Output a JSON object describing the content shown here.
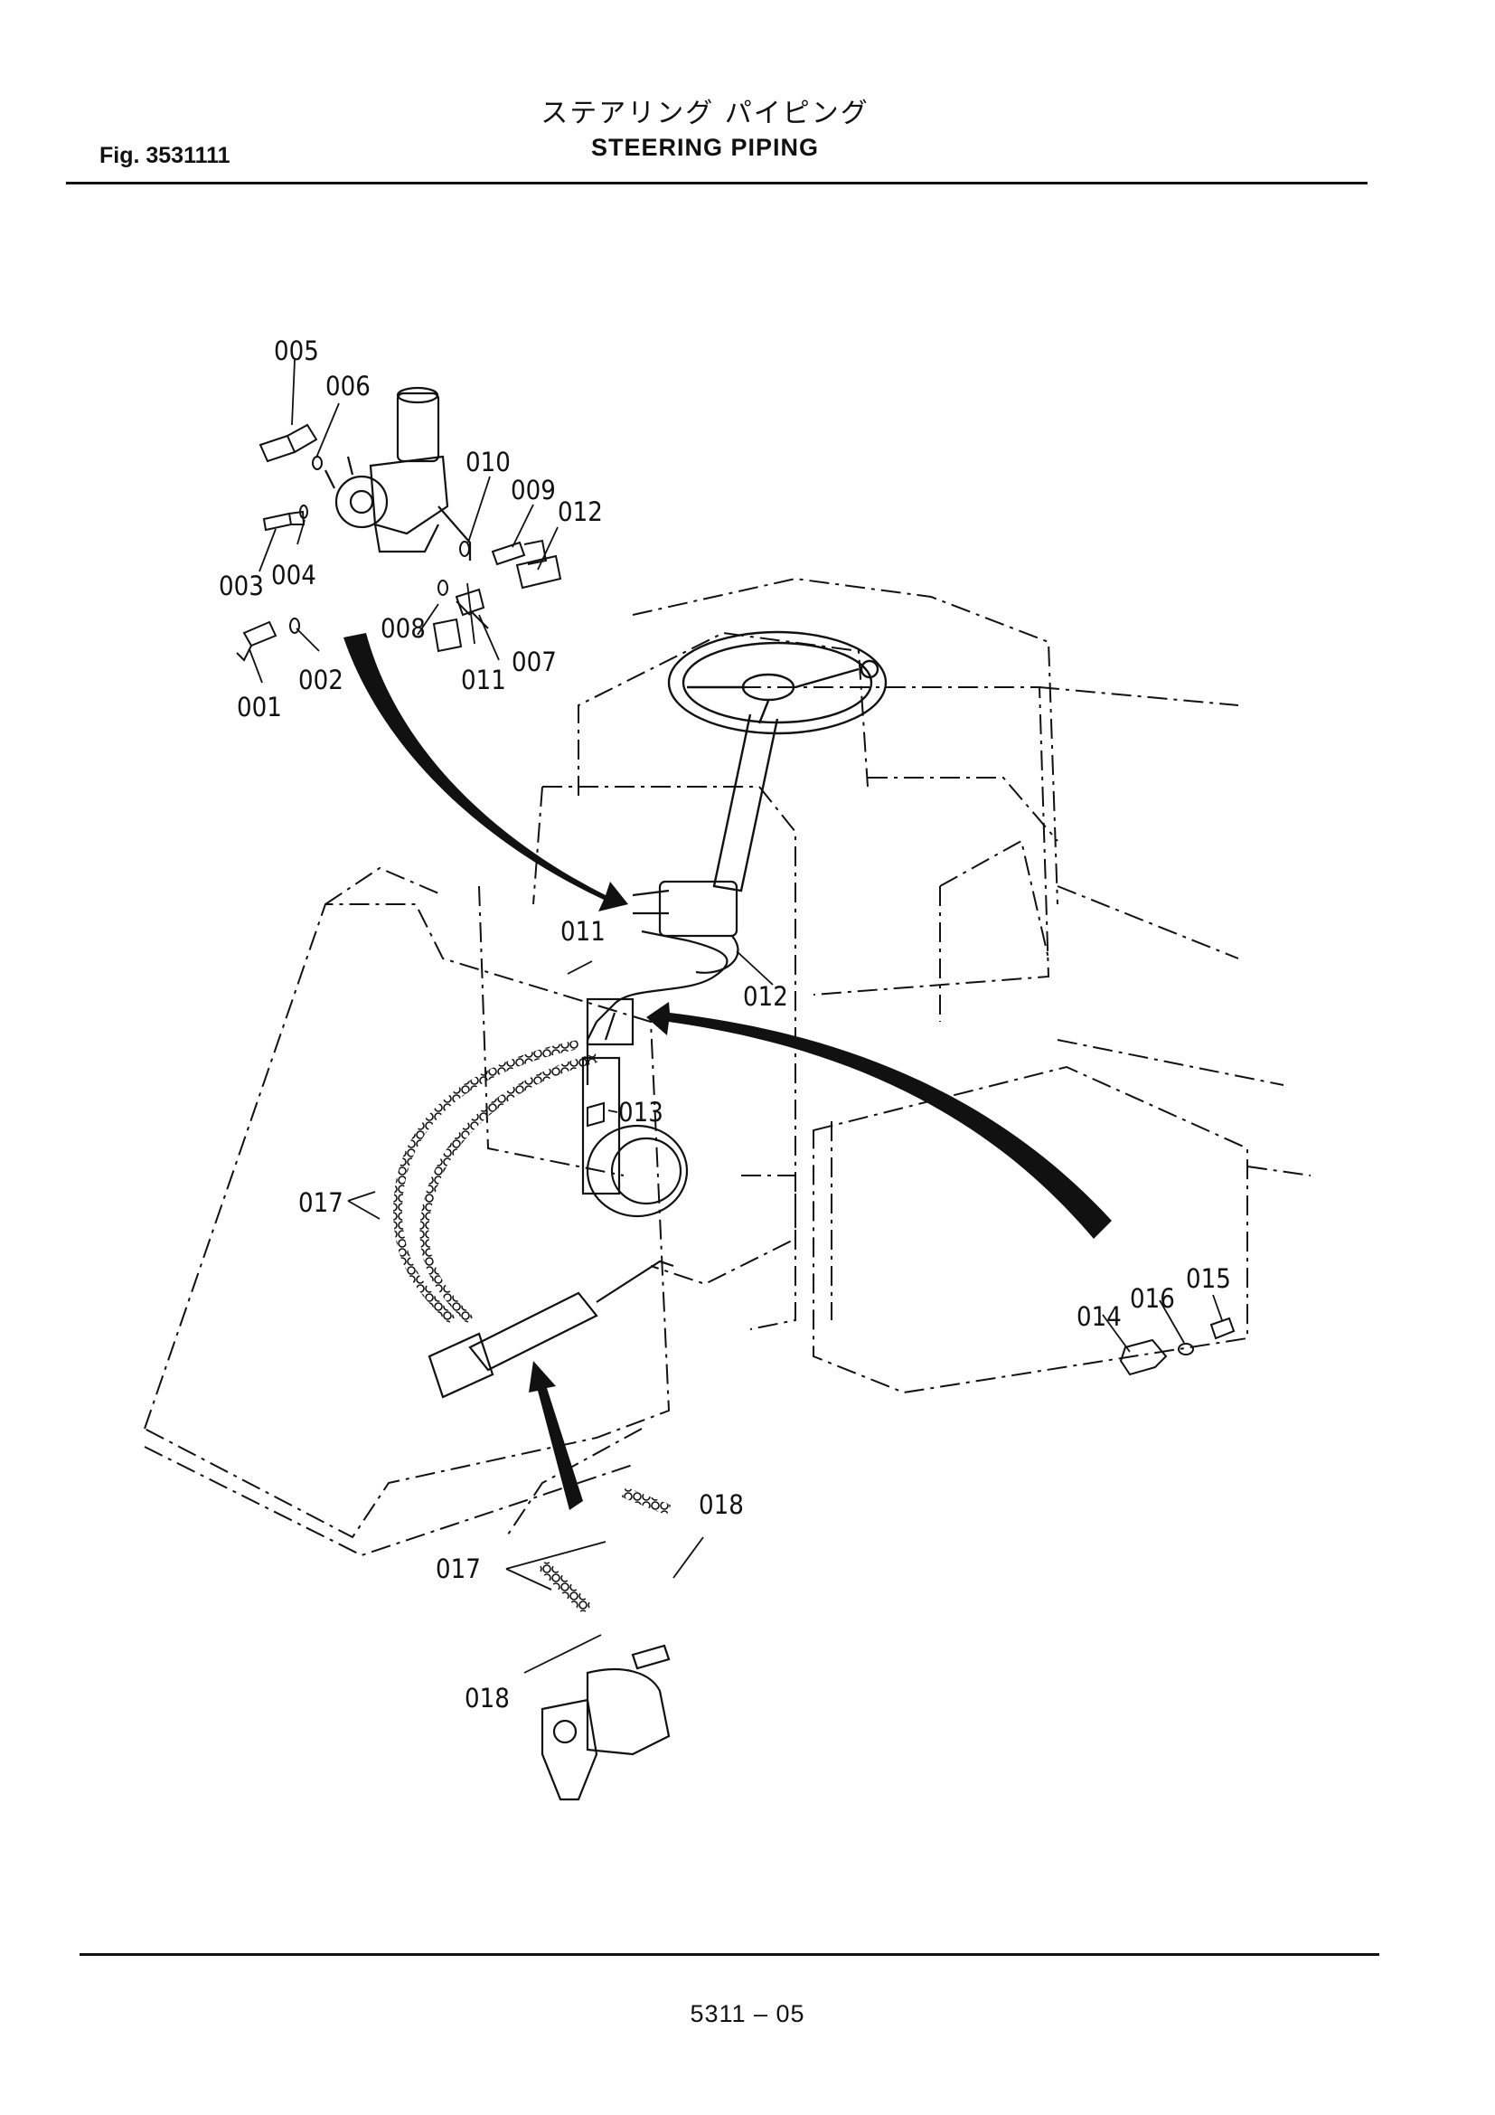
{
  "header": {
    "figure": "Fig. 3531111",
    "title_jp": "ステアリング パイピング",
    "title_en": "STEERING PIPING"
  },
  "parts": {
    "p001": "001",
    "p002": "002",
    "p003": "003",
    "p004": "004",
    "p005": "005",
    "p006": "006",
    "p007": "007",
    "p008": "008",
    "p009": "009",
    "p010": "010",
    "p011": "011",
    "p012": "012",
    "p013": "013",
    "p014": "014",
    "p015": "015",
    "p016": "016",
    "p017": "017",
    "p018": "018"
  },
  "footer": {
    "page": "5311 – 05"
  }
}
